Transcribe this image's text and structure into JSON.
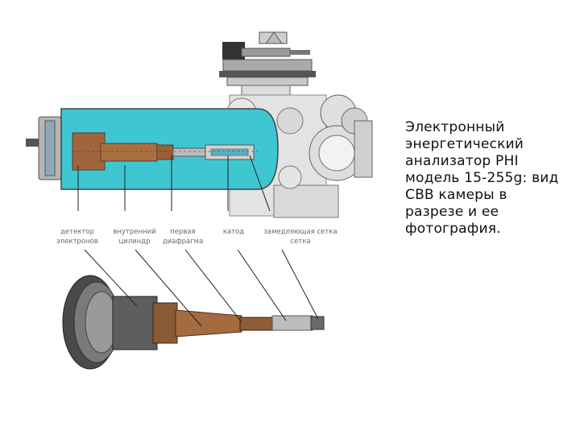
{
  "caption": "Электронный\nэнергетический\nанализатор PHI\nмодель 15-255g: вид\nСВВ камеры  в\nразрезе и  ее\nфотография.",
  "labels": {
    "detector": "детектор\nэлектронов",
    "inner_cylinder": "внутренний\nцилиндр",
    "first_diaphragm": "первая\nдиафрагма",
    "cathode": "катод",
    "retarding_grid": "замедляющая сетка\nсетка"
  },
  "colors": {
    "chamber_fill": "#3ec6d2",
    "metal_gray": "#b8b8b8",
    "copper": "#a0653c",
    "leader_line": "#222222"
  }
}
